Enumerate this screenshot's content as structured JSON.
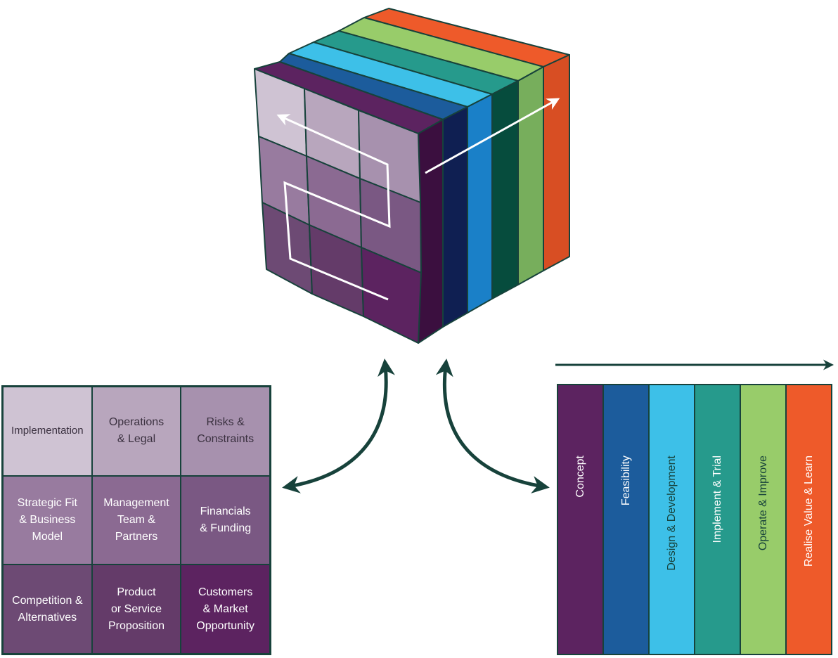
{
  "colors": {
    "outline": "#17423b",
    "concept": "#5c2360",
    "feasibility": "#1c5c9c",
    "design": "#3dc0e8",
    "implement": "#269a8c",
    "operate": "#98cc6a",
    "realise": "#ee5a2a"
  },
  "grid": {
    "cells": [
      "Implementation",
      "Operations\n& Legal",
      "Risks &\nConstraints",
      "Strategic Fit\n& Business\nModel",
      "Management\nTeam &\nPartners",
      "Financials\n& Funding",
      "Competition &\nAlternatives",
      "Product\nor Service\nProposition",
      "Customers\n& Market\nOpportunity"
    ]
  },
  "stages": [
    "Concept",
    "Feasibility",
    "Design & Development",
    "Implement & Trial",
    "Operate & Improve",
    "Realise Value & Learn"
  ]
}
